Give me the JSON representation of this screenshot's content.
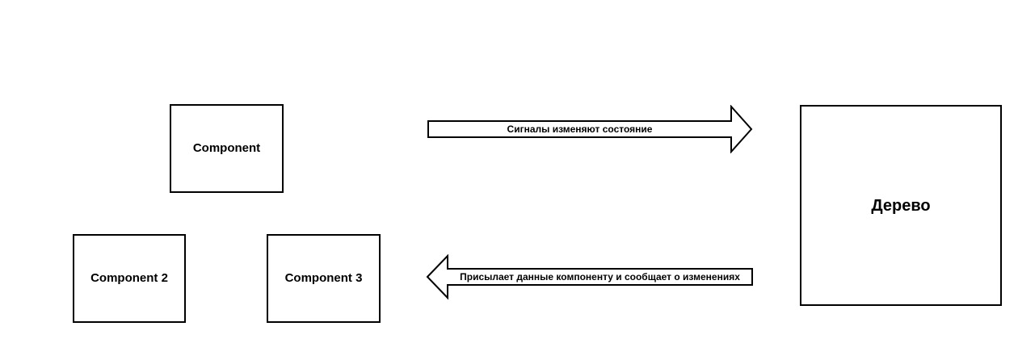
{
  "diagram": {
    "background_color": "#ffffff",
    "stroke_color": "#000000",
    "nodes": [
      {
        "id": "component",
        "label": "Component"
      },
      {
        "id": "component-2",
        "label": "Component 2"
      },
      {
        "id": "component-3",
        "label": "Component 3"
      },
      {
        "id": "tree",
        "label": "Дерево"
      }
    ],
    "arrows": [
      {
        "id": "signals-arrow",
        "direction": "right",
        "label": "Сигналы изменяют состояние"
      },
      {
        "id": "updates-arrow",
        "direction": "left",
        "label": "Присылает данные компоненту и сообщает о изменениях"
      }
    ]
  }
}
